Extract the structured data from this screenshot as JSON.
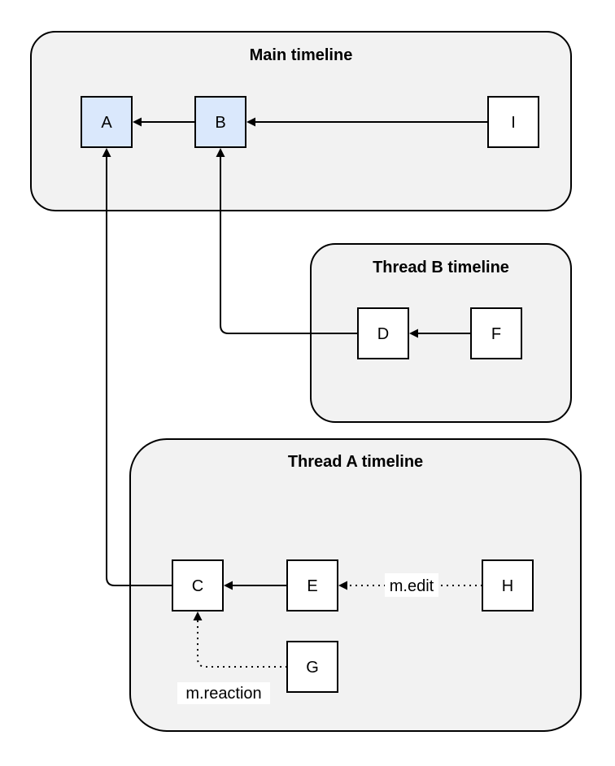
{
  "diagram": {
    "containers": [
      {
        "name": "main-timeline",
        "title": "Main timeline"
      },
      {
        "name": "thread-b-timeline",
        "title": "Thread B timeline"
      },
      {
        "name": "thread-a-timeline",
        "title": "Thread A timeline"
      }
    ],
    "nodes": [
      {
        "id": "A",
        "label": "A",
        "container": "main-timeline",
        "highlighted": true
      },
      {
        "id": "B",
        "label": "B",
        "container": "main-timeline",
        "highlighted": true
      },
      {
        "id": "I",
        "label": "I",
        "container": "main-timeline",
        "highlighted": false
      },
      {
        "id": "D",
        "label": "D",
        "container": "thread-b-timeline",
        "highlighted": false
      },
      {
        "id": "F",
        "label": "F",
        "container": "thread-b-timeline",
        "highlighted": false
      },
      {
        "id": "C",
        "label": "C",
        "container": "thread-a-timeline",
        "highlighted": false
      },
      {
        "id": "E",
        "label": "E",
        "container": "thread-a-timeline",
        "highlighted": false
      },
      {
        "id": "H",
        "label": "H",
        "container": "thread-a-timeline",
        "highlighted": false
      },
      {
        "id": "G",
        "label": "G",
        "container": "thread-a-timeline",
        "highlighted": false
      }
    ],
    "edges": [
      {
        "from": "B",
        "to": "A",
        "style": "solid",
        "label": ""
      },
      {
        "from": "I",
        "to": "B",
        "style": "solid",
        "label": ""
      },
      {
        "from": "F",
        "to": "D",
        "style": "solid",
        "label": ""
      },
      {
        "from": "D",
        "to": "B",
        "style": "solid",
        "label": ""
      },
      {
        "from": "E",
        "to": "C",
        "style": "solid",
        "label": ""
      },
      {
        "from": "C",
        "to": "A",
        "style": "solid",
        "label": ""
      },
      {
        "from": "H",
        "to": "E",
        "style": "dotted",
        "label": "m.edit"
      },
      {
        "from": "G",
        "to": "C",
        "style": "dotted",
        "label": "m.reaction"
      }
    ],
    "colors": {
      "container_fill": "#f2f2f2",
      "node_fill": "#ffffff",
      "highlight_fill": "#dae8fc",
      "border": "#000000"
    }
  }
}
